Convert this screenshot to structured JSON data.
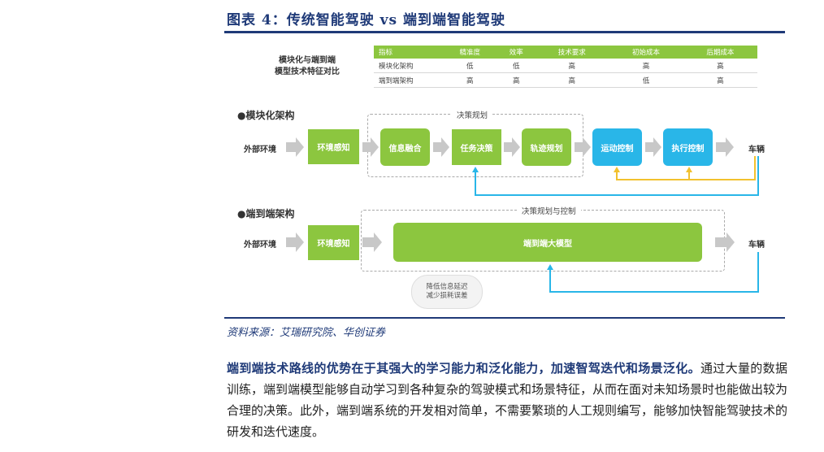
{
  "figure": {
    "title": "图表 4：传统智能驾驶 vs 端到端智能驾驶",
    "source": "资料来源：艾瑞研究院、华创证券"
  },
  "table": {
    "caption_line1": "模块化与端到端",
    "caption_line2": "模型技术特征对比",
    "headers": [
      "指标",
      "精准度",
      "效率",
      "技术要求",
      "初始成本",
      "后期成本"
    ],
    "rows": [
      [
        "模块化架构",
        "低",
        "低",
        "高",
        "高",
        "高"
      ],
      [
        "端到端架构",
        "高",
        "高",
        "高",
        "低",
        "高"
      ]
    ]
  },
  "modular": {
    "title": "●模块化架构",
    "input": "外部环境",
    "perception": "环境感知",
    "group_label": "决策规划",
    "fusion": "信息融合",
    "task": "任务决策",
    "trajectory": "轨迹规划",
    "motion": "运动控制",
    "execution": "执行控制",
    "output": "车辆"
  },
  "e2e": {
    "title": "●端到端架构",
    "input": "外部环境",
    "perception": "环境感知",
    "group_label": "决策规划与控制",
    "model": "端到端大模型",
    "output": "车辆",
    "note_line1": "降低信息延迟",
    "note_line2": "减少损耗误差"
  },
  "paragraph": {
    "lead": "端到端技术路线的优势在于其强大的学习能力和泛化能力，加速智驾迭代和场景泛化。",
    "body": "通过大量的数据训练，端到端模型能够自动学习到各种复杂的驾驶模式和场景特征，从而在面对未知场景时也能做出较为合理的决策。此外，端到端系统的开发相对简单，不需要繁琐的人工规则编写，能够加快智能驾驶技术的研发和迭代速度。"
  },
  "colors": {
    "accent": "#1f3a78",
    "green": "#8cc63f",
    "blue": "#29b6e8",
    "yellow": "#f2c12e"
  }
}
